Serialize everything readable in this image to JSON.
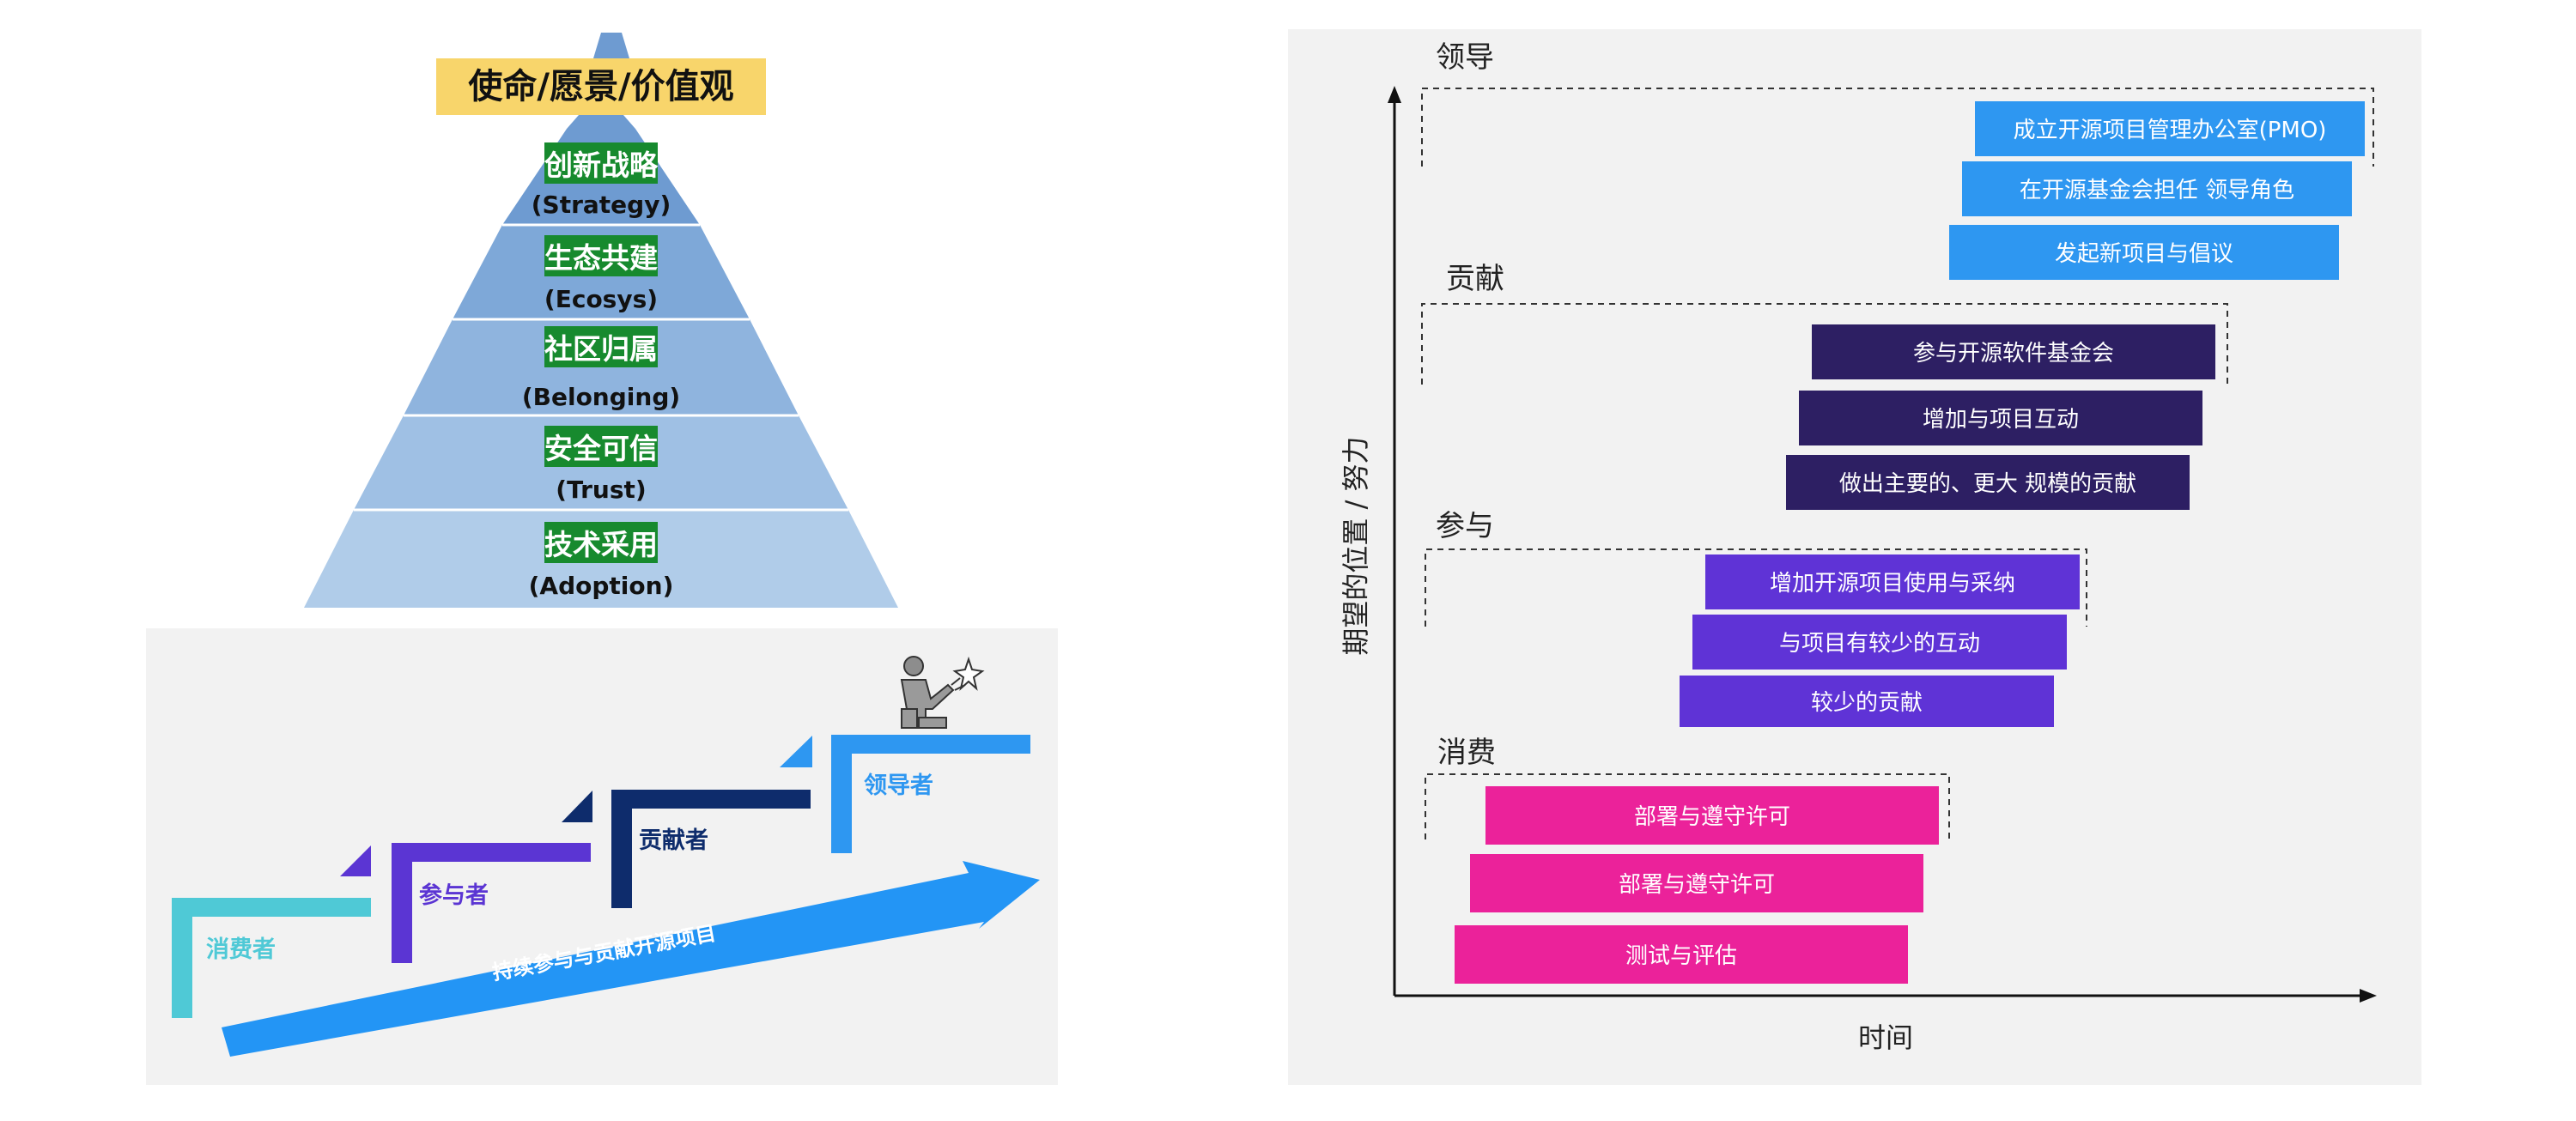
{
  "pyramid": {
    "top_label": "使命/愿景/价值观",
    "levels": [
      {
        "cn": "创新战略",
        "en": "(Strategy)"
      },
      {
        "cn": "生态共建",
        "en": "(Ecosys)"
      },
      {
        "cn": "社区归属",
        "en": "(Belonging)"
      },
      {
        "cn": "安全可信",
        "en": "(Trust)"
      },
      {
        "cn": "技术采用",
        "en": "(Adoption)"
      }
    ]
  },
  "stairs": {
    "steps": [
      {
        "label": "消费者",
        "color": "#4FC9D6"
      },
      {
        "label": "参与者",
        "color": "#5B35D3"
      },
      {
        "label": "贡献者",
        "color": "#0E2C6C"
      },
      {
        "label": "领导者",
        "color": "#2E97F1"
      }
    ],
    "arrow_label": "持续参与与贡献开源项目",
    "icon": "person-pointing-star-icon"
  },
  "timeline": {
    "y_axis_label": "期望的位置 / 努力",
    "x_axis_label": "时间",
    "groups": [
      {
        "label": "领导",
        "color": "#2E97F1",
        "items": [
          "成立开源项目管理办公室(PMO)",
          "在开源基金会担任 领导角色",
          "发起新项目与倡议"
        ]
      },
      {
        "label": "贡献",
        "color": "#2D1F63",
        "items": [
          "参与开源软件基金会",
          "增加与项目互动",
          "做出主要的、更大 规模的贡献"
        ]
      },
      {
        "label": "参与",
        "color": "#5F33D6",
        "items": [
          "增加开源项目使用与采纳",
          "与项目有较少的互动",
          "较少的贡献"
        ]
      },
      {
        "label": "消费",
        "color": "#EB229A",
        "items": [
          "部署与遵守许可",
          "部署与遵守许可",
          "测试与评估"
        ]
      }
    ]
  }
}
